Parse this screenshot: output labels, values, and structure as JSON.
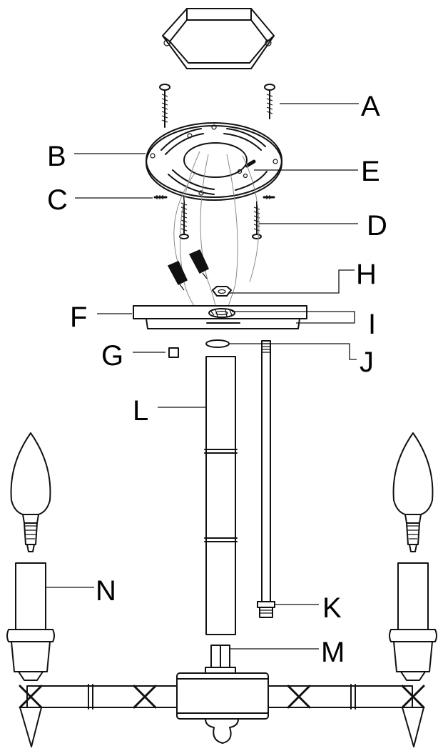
{
  "labels": {
    "A": "A",
    "B": "B",
    "C": "C",
    "D": "D",
    "E": "E",
    "F": "F",
    "G": "G",
    "H": "H",
    "I": "I",
    "J": "J",
    "K": "K",
    "L": "L",
    "M": "M",
    "N": "N"
  }
}
